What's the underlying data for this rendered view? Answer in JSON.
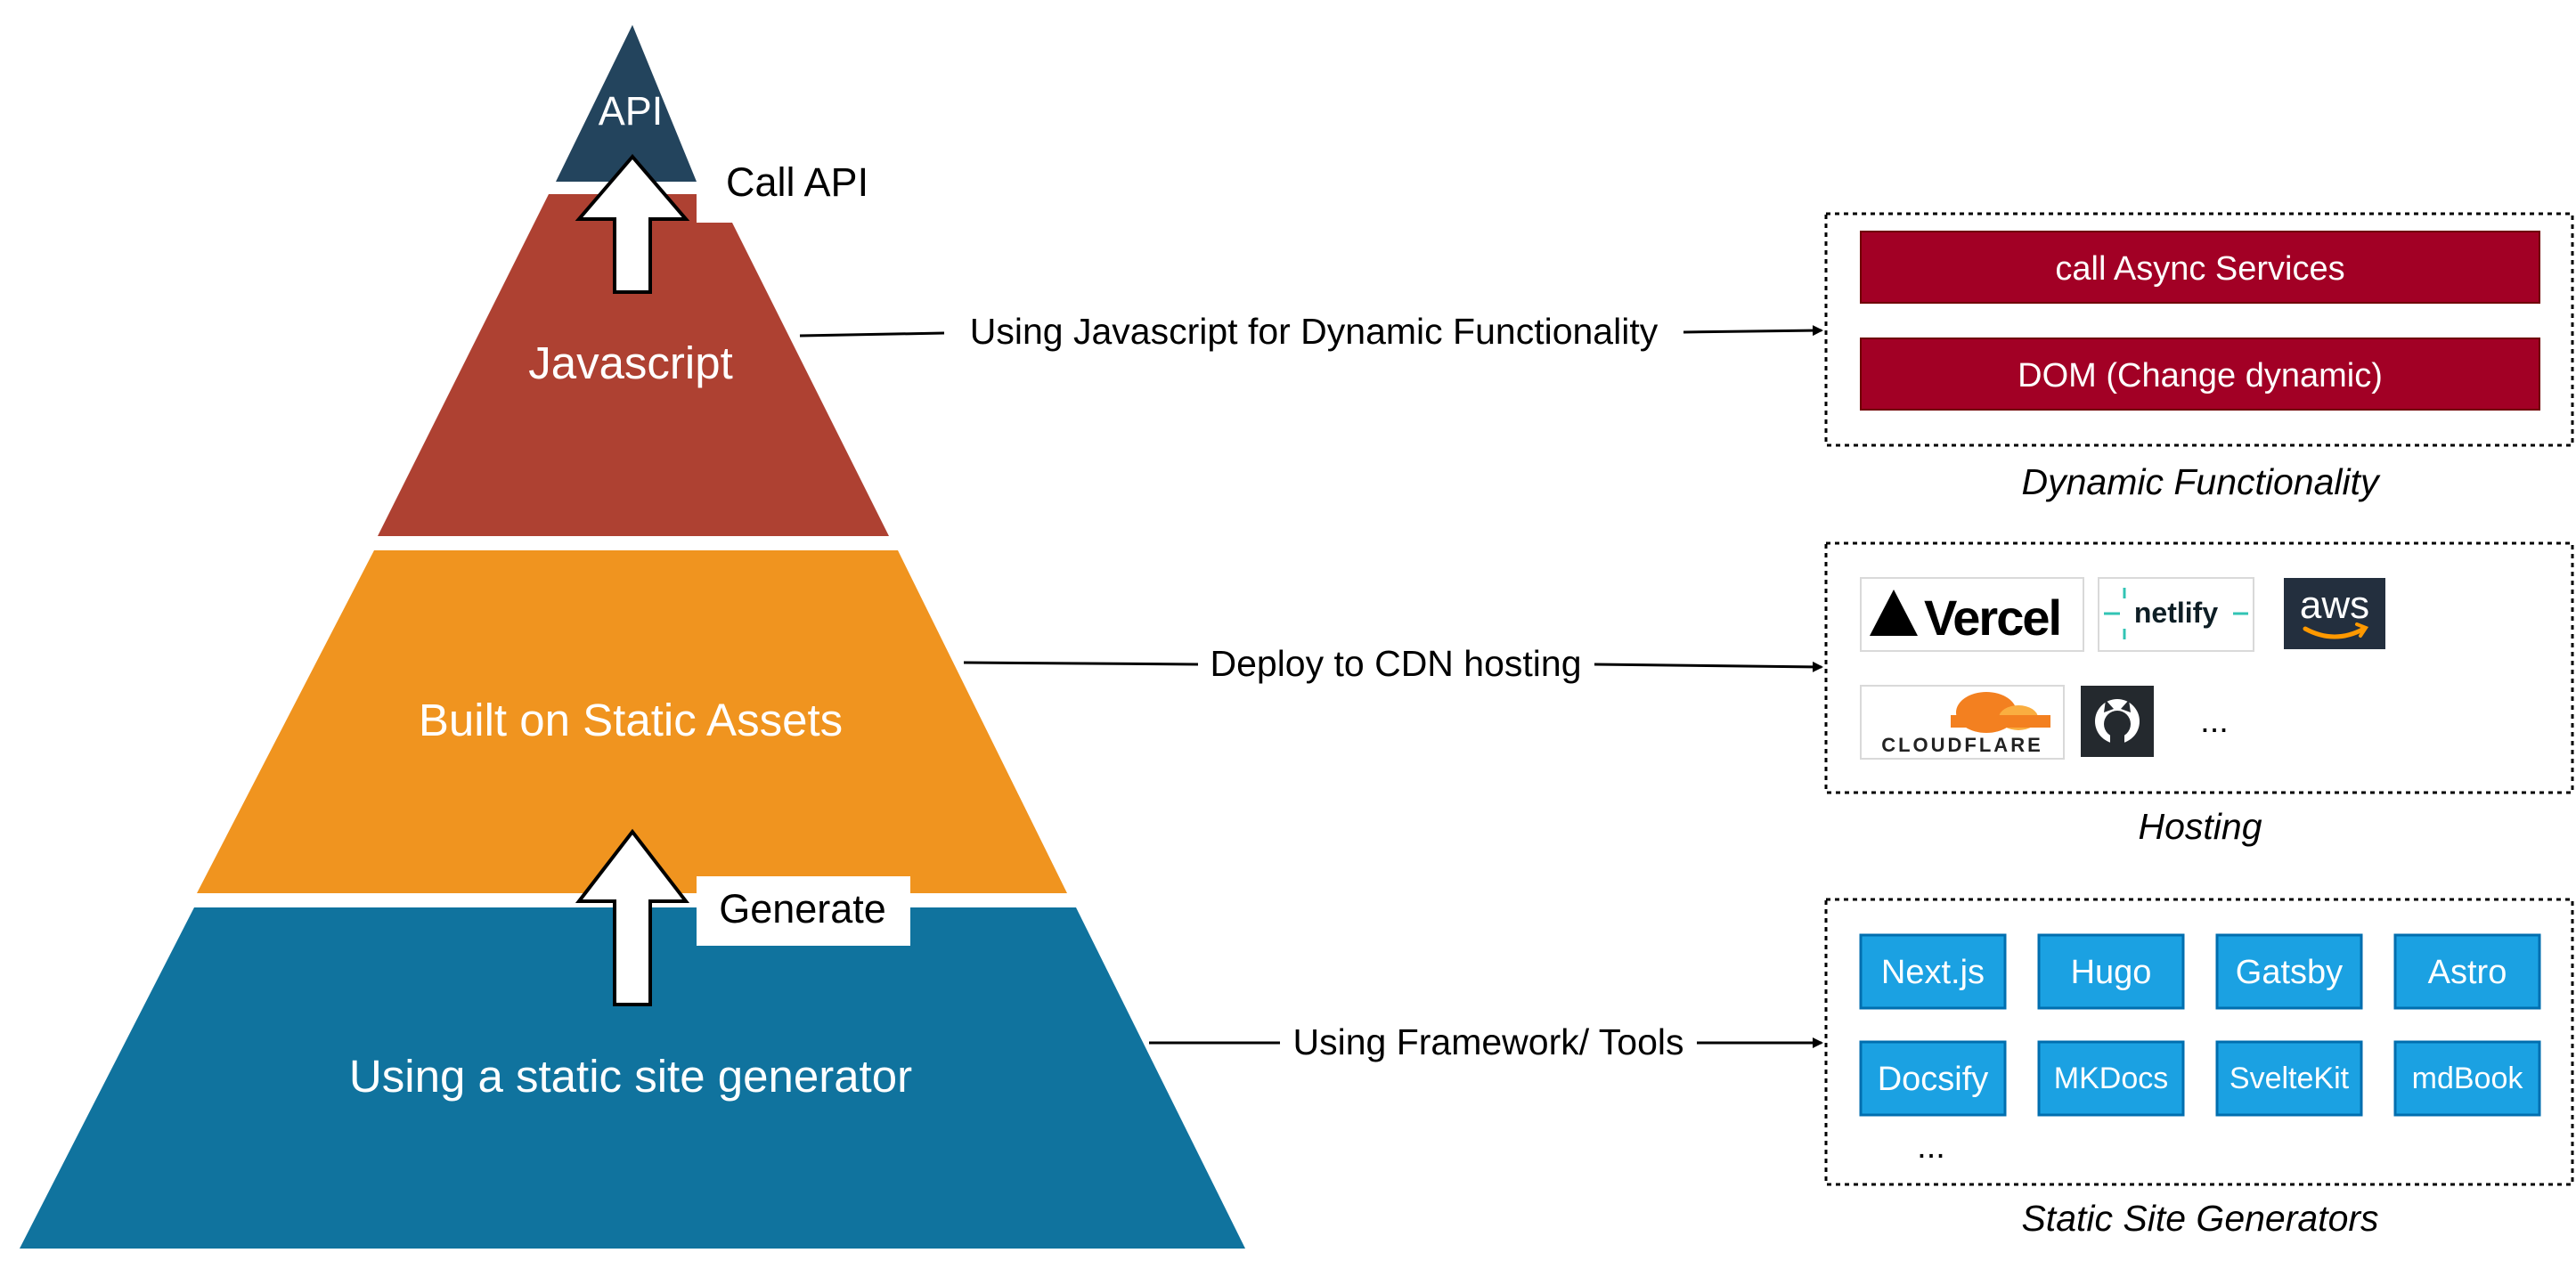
{
  "colors": {
    "api": "#23445d",
    "javascript": "#ae4132",
    "static": "#f0941f",
    "generator": "#10739e",
    "dynamic_box": "#a20025",
    "ssg_box": "#1ba1e2",
    "ssg_box_border": "#006eaf"
  },
  "pyramid": {
    "api": "API",
    "javascript": "Javascript",
    "static_assets": "Built on Static Assets",
    "generator": "Using a static site generator",
    "call_api": "Call API",
    "generate": "Generate"
  },
  "connectors": {
    "javascript": "Using Javascript for Dynamic Functionality",
    "cdn": "Deploy to CDN hosting",
    "framework": "Using Framework/ Tools"
  },
  "dynamic": {
    "items": [
      "call Async Services",
      "DOM (Change dynamic)"
    ],
    "caption": "Dynamic Functionality"
  },
  "hosting": {
    "vercel": "Vercel",
    "netlify": "netlify",
    "aws": "aws",
    "cloudflare": "CLOUDFLARE",
    "more": "...",
    "caption": "Hosting",
    "icons": [
      "vercel-logo",
      "netlify-logo",
      "aws-logo",
      "cloudflare-logo",
      "github-logo"
    ]
  },
  "ssg": {
    "row1": [
      "Next.js",
      "Hugo",
      "Gatsby",
      "Astro"
    ],
    "row2": [
      "Docsify",
      "MKDocs",
      "SvelteKit",
      "mdBook"
    ],
    "more": "...",
    "caption": "Static Site Generators"
  }
}
